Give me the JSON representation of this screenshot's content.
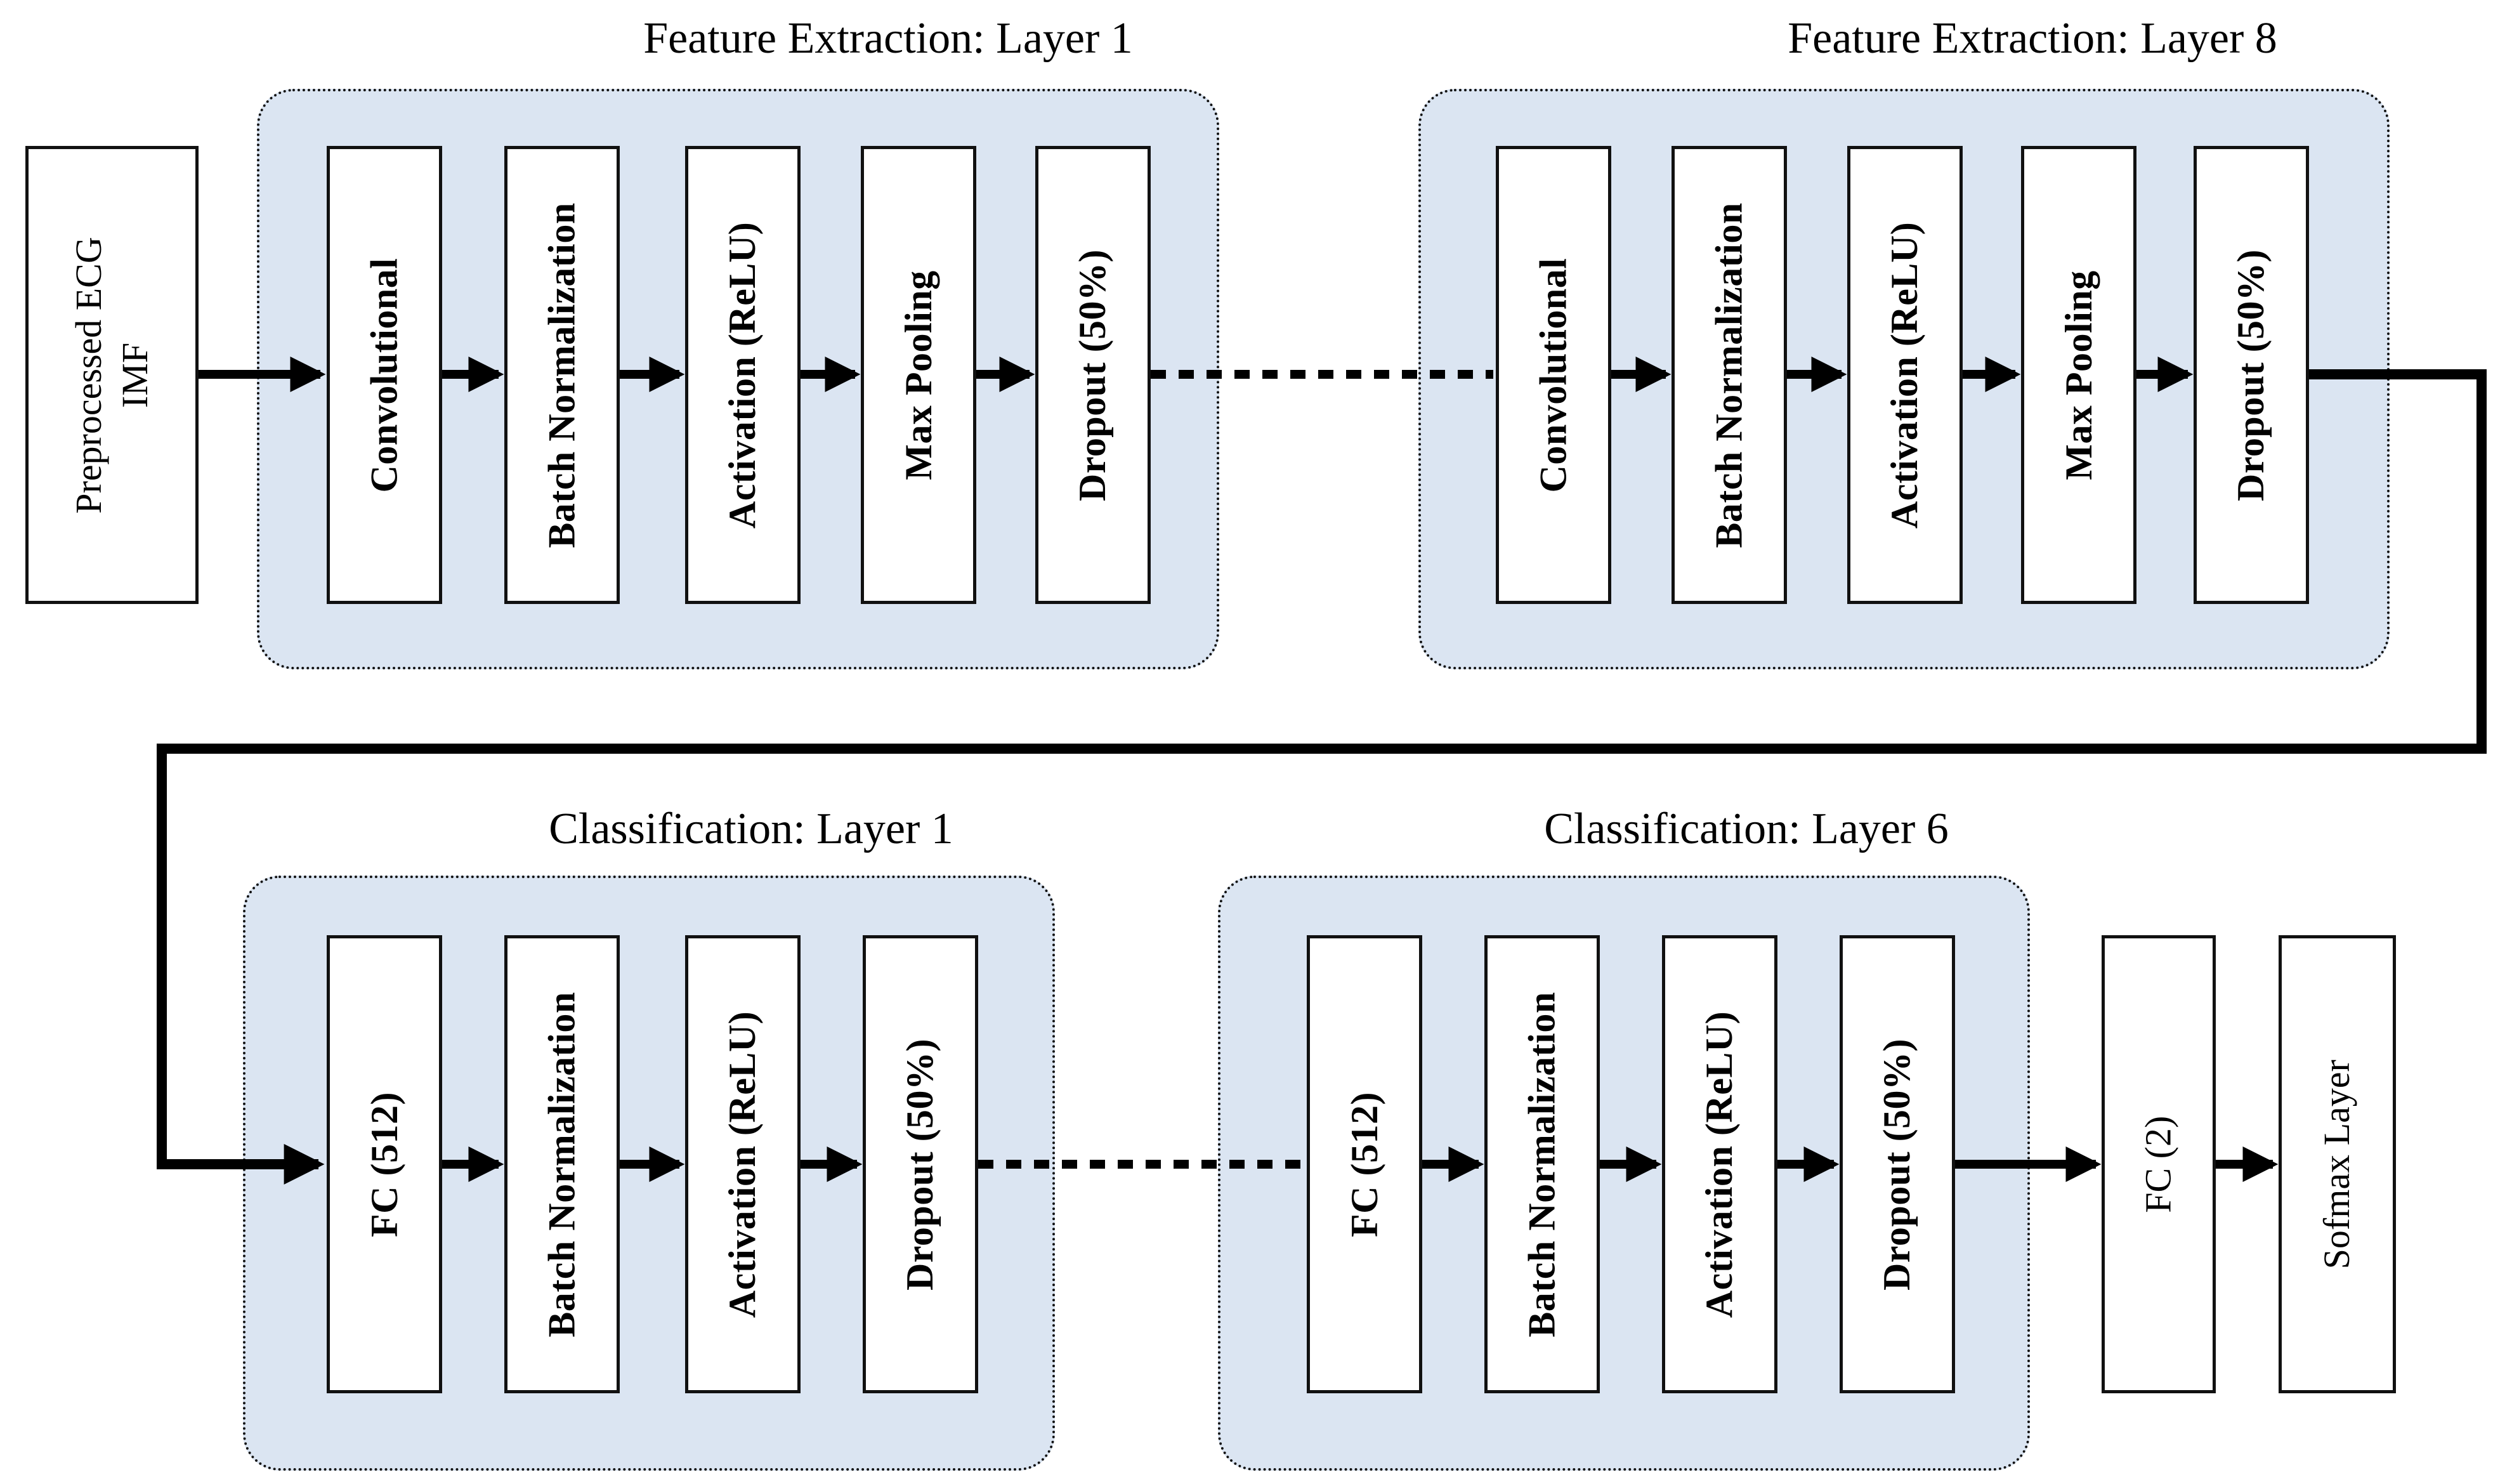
{
  "diagram": {
    "input_box": {
      "line1": "Preprocessed ECG",
      "line2": "IMF"
    },
    "feature_extraction_1": {
      "title": "Feature Extraction: Layer 1",
      "blocks": [
        "Convolutional",
        "Batch Normalization",
        "Activation (ReLU)",
        "Max Pooling",
        "Dropout (50%)"
      ]
    },
    "feature_extraction_8": {
      "title": "Feature Extraction: Layer 8",
      "blocks": [
        "Convolutional",
        "Batch Normalization",
        "Activation (ReLU)",
        "Max Pooling",
        "Dropout (50%)"
      ]
    },
    "classification_1": {
      "title": "Classification: Layer 1",
      "blocks": [
        "FC (512)",
        "Batch Normalization",
        "Activation (ReLU)",
        "Dropout (50%)"
      ]
    },
    "classification_6": {
      "title": "Classification: Layer 6",
      "blocks": [
        "FC (512)",
        "Batch Normalization",
        "Activation (ReLU)",
        "Dropout (50%)"
      ]
    },
    "output_boxes": {
      "fc": "FC (2)",
      "softmax": "Sofmax Layer"
    },
    "colors": {
      "group_fill": "#dbe5f2",
      "stroke": "#000000"
    }
  }
}
